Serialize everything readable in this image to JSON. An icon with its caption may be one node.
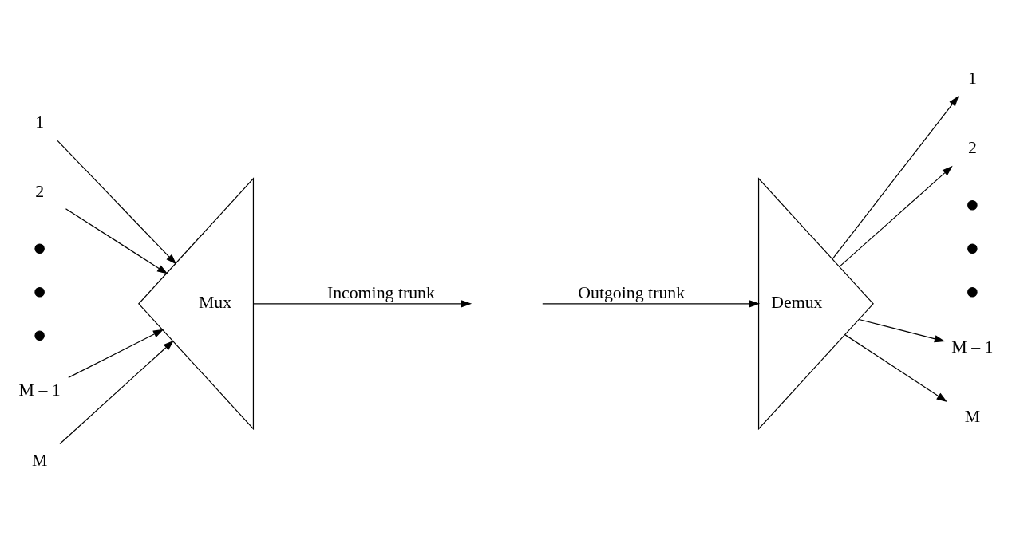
{
  "diagram": {
    "nodes": [
      {
        "text": [
          "Mux"
        ]
      },
      {
        "text": [
          "Demux"
        ]
      },
      {
        "text": [
          "1"
        ]
      },
      {
        "text": [
          "2"
        ]
      },
      {
        "text": [
          "M – 1"
        ]
      },
      {
        "text": [
          "M"
        ]
      },
      {
        "text": [
          "1"
        ]
      },
      {
        "text": [
          "2"
        ]
      },
      {
        "text": [
          "M – 1"
        ]
      },
      {
        "text": [
          "M"
        ]
      }
    ],
    "edges": [
      {
        "from": 2,
        "to": 0,
        "arrow": "to"
      },
      {
        "from": 3,
        "to": 0,
        "arrow": "to"
      },
      {
        "from": 4,
        "to": 0,
        "arrow": "to"
      },
      {
        "from": 5,
        "to": 0,
        "arrow": "to"
      },
      {
        "from": 0,
        "to": null,
        "arrow": "to",
        "label": "Incoming trunk"
      },
      {
        "from": null,
        "to": 1,
        "arrow": "to",
        "label": "Outgoing trunk"
      },
      {
        "from": 1,
        "to": 6,
        "arrow": "to"
      },
      {
        "from": 1,
        "to": 7,
        "arrow": "to"
      },
      {
        "from": 1,
        "to": 8,
        "arrow": "to"
      },
      {
        "from": 1,
        "to": 9,
        "arrow": "to"
      }
    ]
  }
}
